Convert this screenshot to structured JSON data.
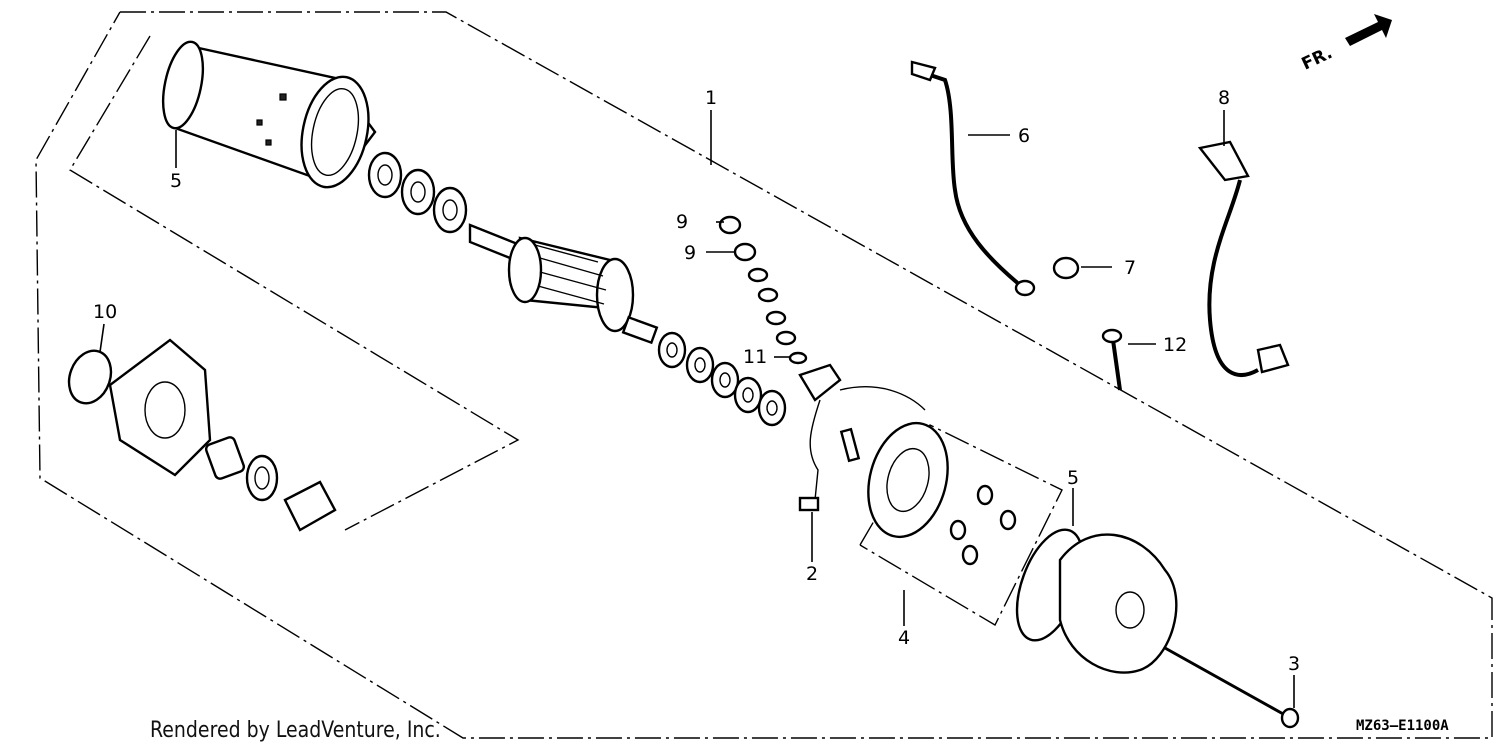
{
  "diagram": {
    "callouts": [
      "1",
      "2",
      "3",
      "4",
      "5",
      "5",
      "6",
      "7",
      "8",
      "9",
      "9",
      "10",
      "11",
      "12"
    ],
    "direction_label": "FR.",
    "drawing_code": "MZ63—E1100A",
    "credit": "Rendered by LeadVenture, Inc."
  }
}
